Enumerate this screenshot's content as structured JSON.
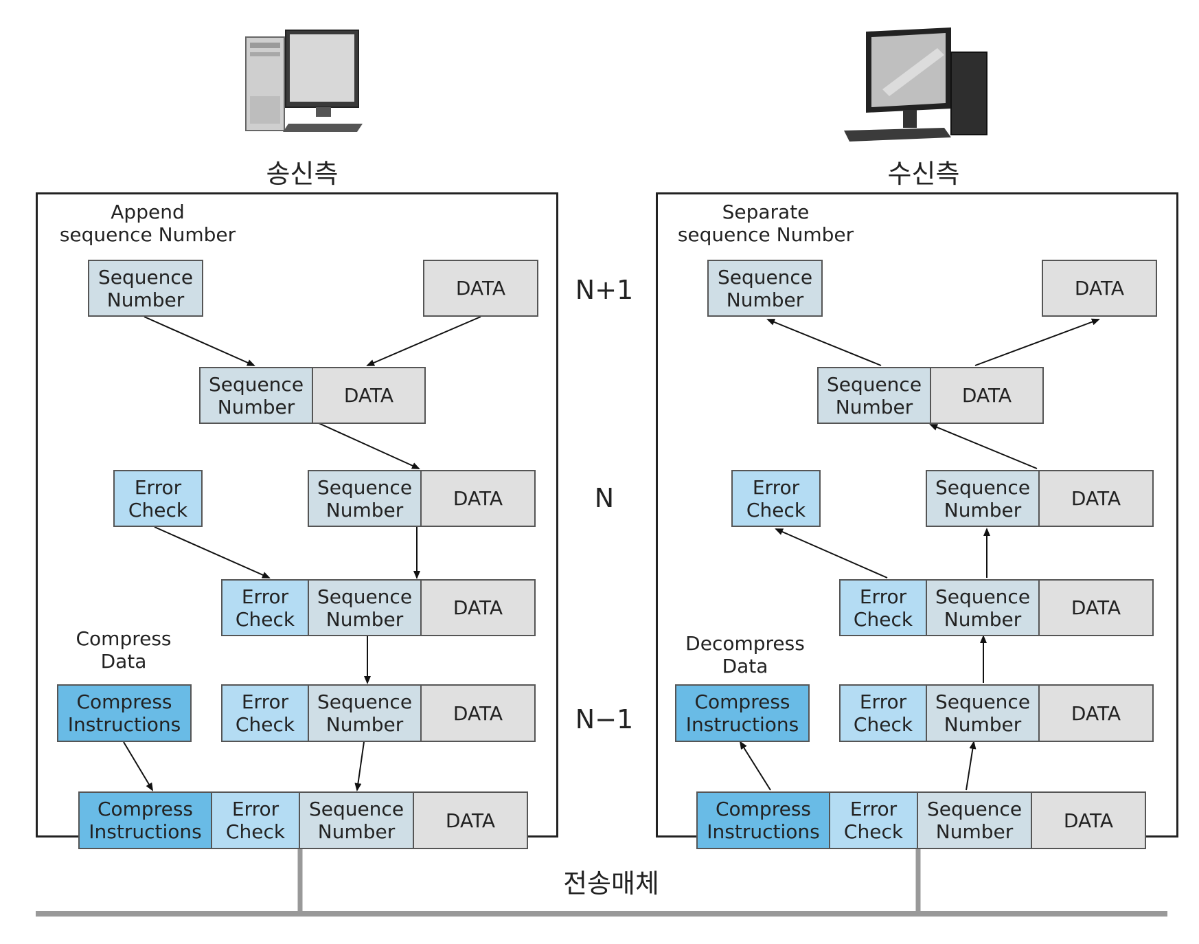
{
  "sender": {
    "title": "송신측",
    "label_append": "Append\nsequence Number",
    "label_compress": "Compress\nData"
  },
  "receiver": {
    "title": "수신측",
    "label_separate": "Separate\nsequence Number",
    "label_decompress": "Decompress\nData"
  },
  "layers": {
    "top": "N+1",
    "mid": "N",
    "bottom": "N−1"
  },
  "medium": "전송매체",
  "fields": {
    "sequence_number": "Sequence\nNumber",
    "data": "DATA",
    "error_check": "Error\nCheck",
    "compress_instructions": "Compress\nInstructions"
  },
  "colors": {
    "sequence": "#cfdee6",
    "data": "#e0e0e0",
    "error": "#b4dcf3",
    "compress": "#69bbe6",
    "medium_line": "#999999"
  }
}
